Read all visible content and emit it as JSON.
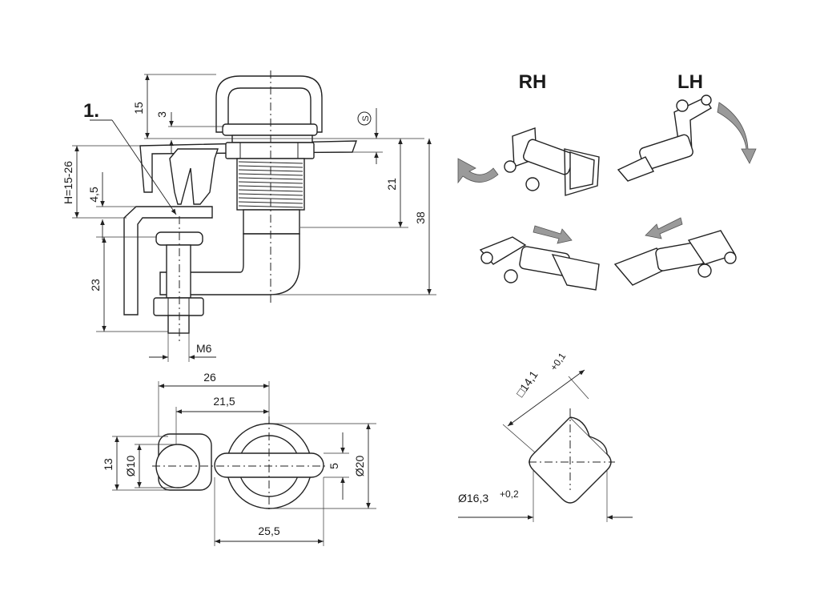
{
  "side_view": {
    "callout": "1.",
    "dims": {
      "d15": "15",
      "d3": "3",
      "dS": "S",
      "dH": "H=15-26",
      "d4_5": "4,5",
      "d21": "21",
      "d38": "38",
      "d23": "23",
      "dM6": "M6"
    }
  },
  "top_view": {
    "dims": {
      "d26": "26",
      "d21_5": "21,5",
      "d13": "13",
      "d10": "Ø10",
      "d5": "5",
      "d20": "Ø20",
      "d25_5": "25,5"
    }
  },
  "cutout": {
    "square": "□14,1",
    "square_tol": "+0,1",
    "diameter": "Ø16,3",
    "diameter_tol": "+0,2"
  },
  "variants": {
    "rh": "RH",
    "lh": "LH"
  }
}
